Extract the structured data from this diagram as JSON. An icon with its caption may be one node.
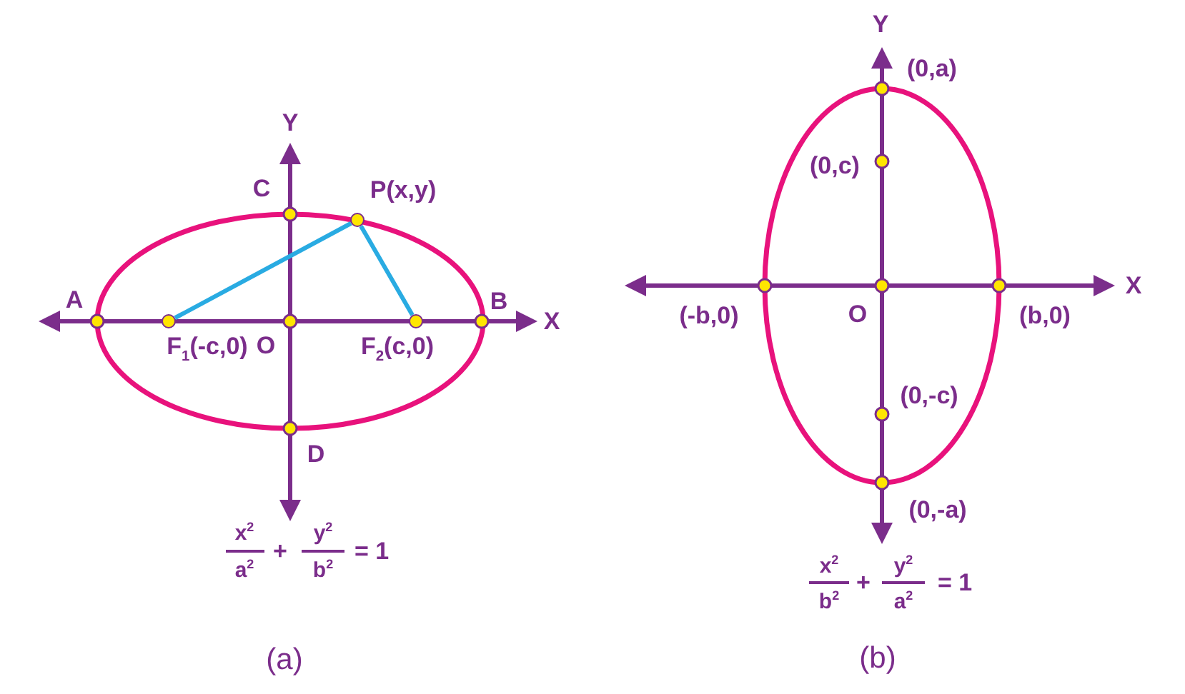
{
  "diagram": {
    "nodes": [
      {
        "text": [],
        "shape": "circle",
        "beside": [
          "F$_{1}$(-c,0)"
        ]
      },
      {
        "text": [],
        "shape": "circle",
        "beside": [
          "P(x,y)"
        ]
      },
      {
        "text": [],
        "shape": "circle",
        "beside": [
          "F$_{2}$(c,0)"
        ]
      }
    ],
    "edges": [
      {
        "from": 0,
        "to": 1,
        "arrow": "none"
      },
      {
        "from": 1,
        "to": 2,
        "arrow": "none"
      }
    ],
    "labels": [
      "Y",
      "C",
      "A",
      "B",
      "X",
      "O",
      "D",
      "x$^{2}$",
      "a$^{2}$",
      "+",
      "y$^{2}$",
      "b$^{2}$",
      "= 1",
      "(a)",
      "Y",
      "(0,a)",
      "(0,c)",
      "X",
      "(-b,0)",
      "O",
      "(b,0)",
      "(0,-c)",
      "(0,-a)",
      "x$^{2}$",
      "b$^{2}$",
      "+",
      "y$^{2}$",
      "a$^{2}$",
      "= 1",
      "(b)"
    ]
  }
}
